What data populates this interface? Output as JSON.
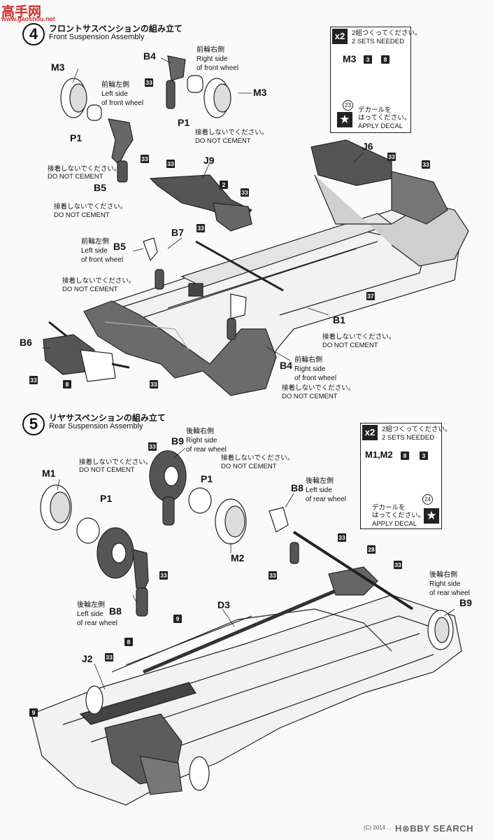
{
  "watermark_top": {
    "logo_chars": "高手网",
    "site": "www.gaoshou.net"
  },
  "step4": {
    "number": "4",
    "title_jp": "フロントサスペンションの組み立て",
    "title_en": "Front Suspension Assembly",
    "callout": {
      "multiplier": "x2",
      "jp": "2組つくってください。",
      "en": "2 SETS NEEDED",
      "parts": [
        "M3",
        "3",
        "8",
        "23"
      ],
      "decal_jp_1": "デカールを",
      "decal_jp_2": "はってください。",
      "decal_en": "APPLY DECAL"
    },
    "labels": {
      "B4_top": "B4",
      "M3_left": "M3",
      "M3_right": "M3",
      "P1_left": "P1",
      "P1_right": "P1",
      "B5_top": "B5",
      "J9": "J9",
      "J6": "J6",
      "B7": "B7",
      "B5_mid": "B5",
      "B6": "B6",
      "B1": "B1",
      "B4_bottom": "B4"
    },
    "side_right_front": {
      "jp": "前輪右側",
      "en1": "Right side",
      "en2": "of front wheel"
    },
    "side_left_front": {
      "jp": "前輪左側",
      "en1": "Left side",
      "en2": "of front wheel"
    },
    "no_cement": {
      "jp": "接着しないでください。",
      "en": "DO NOT CEMENT"
    },
    "badges": [
      "33",
      "33",
      "33",
      "2",
      "33",
      "33",
      "33",
      "33",
      "37",
      "33",
      "8",
      "33"
    ]
  },
  "step5": {
    "number": "5",
    "title_jp": "リヤサスペンションの組み立て",
    "title_en": "Rear Suspension Assembly",
    "callout": {
      "multiplier": "x2",
      "jp": "2組つくってください。",
      "en": "2 SETS NEEDED",
      "parts": [
        "M1,M2",
        "8",
        "3",
        "24"
      ],
      "decal_jp_1": "デカールを",
      "decal_jp_2": "はってください。",
      "decal_en": "APPLY  DECAL"
    },
    "labels": {
      "B9_top": "B9",
      "M1": "M1",
      "P1_left": "P1",
      "P1_right": "P1",
      "M2": "M2",
      "B8_left": "B8",
      "B8_right": "B8",
      "D3": "D3",
      "J2": "J2",
      "B9_right": "B9"
    },
    "side_right_rear": {
      "jp": "後輪右側",
      "en1": "Right side",
      "en2": "of rear wheel"
    },
    "side_left_rear": {
      "jp": "後輪左側",
      "en1": "Left side",
      "en2": "of rear wheel"
    },
    "no_cement": {
      "jp": "接着しないでください。",
      "en": "DO NOT CEMENT"
    },
    "badges": [
      "33",
      "33",
      "33",
      "28",
      "33",
      "33",
      "9",
      "8",
      "33",
      "9"
    ]
  },
  "watermark_bottom": {
    "credit": "(C) 2014 ...",
    "brand": "H⊗BBY SEARCH"
  }
}
